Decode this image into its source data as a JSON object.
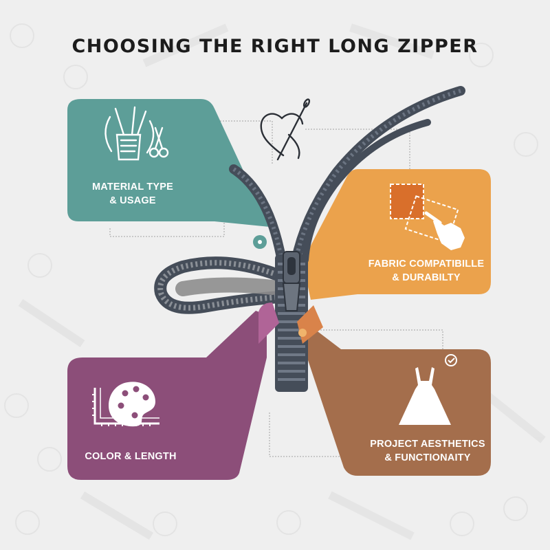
{
  "title": "CHOOSING THE RIGHT LONG ZIPPER",
  "panels": {
    "material": {
      "line1": "MATERIAL TYPE",
      "line2": "& USAGE",
      "color": "#5d9e98"
    },
    "fabric": {
      "line1": "FABRIC COMPATIBILLE",
      "line2": "& DURABILTY",
      "color": "#eba24c"
    },
    "color_length": {
      "line1": "COLOR & LENGTH",
      "color": "#8c4e79"
    },
    "aesthetics": {
      "line1": "PROJECT AESTHETICS",
      "line2": "& FUNCTIONAITY",
      "color": "#a46e4c"
    }
  },
  "icons": {
    "material": [
      "needle-thimble-icon",
      "scissors-icon"
    ],
    "fabric": [
      "fabric-swatch-icon",
      "pointing-hand-icon"
    ],
    "color_length": [
      "palette-icon",
      "measuring-tape-icon"
    ],
    "aesthetics": [
      "dress-icon",
      "checkmark-circle-icon"
    ],
    "center": [
      "heart-needle-icon",
      "zipper-pull-icon"
    ]
  },
  "zipper_color": "#454d59",
  "background_color": "#efefef"
}
